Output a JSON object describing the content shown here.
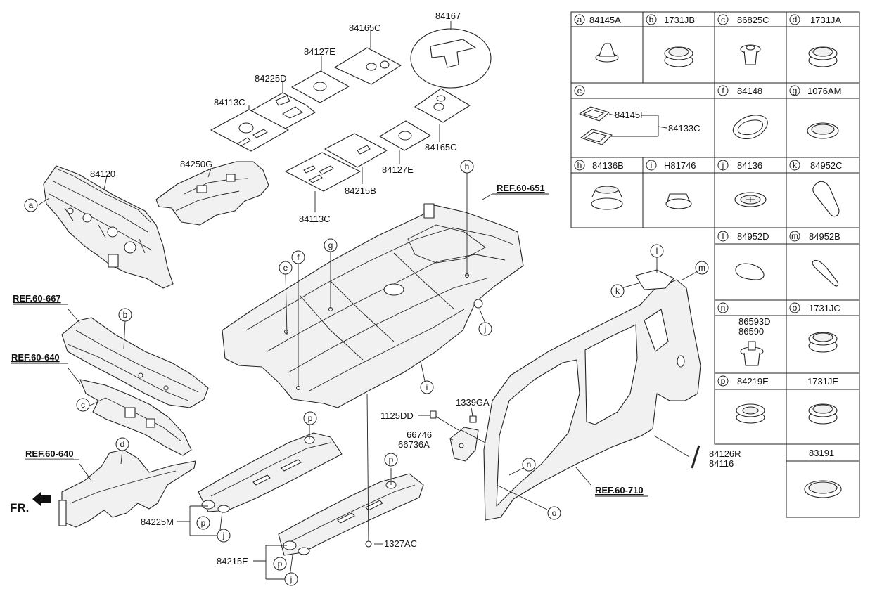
{
  "callouts": {
    "p84167": "84167",
    "p84165c_top": "84165C",
    "p84127e_top": "84127E",
    "p84225d": "84225D",
    "p84113c_top": "84113C",
    "p84165c_right": "84165C",
    "p84127e_bot": "84127E",
    "p84215b": "84215B",
    "p84113c_bot": "84113C",
    "p84250g": "84250G",
    "p84120": "84120",
    "p1125dd": "1125DD",
    "p1339ga": "1339GA",
    "p66746": "66746",
    "p66736a": "66736A",
    "p84225m": "84225M",
    "p84215e": "84215E",
    "p1327ac": "1327AC",
    "p84126r": "84126R",
    "p84116": "84116"
  },
  "references": {
    "ref651": "REF.60-651",
    "ref667": "REF.60-667",
    "ref640a": "REF.60-640",
    "ref640b": "REF.60-640",
    "ref710": "REF.60-710"
  },
  "front_label": "FR.",
  "letters": {
    "a": "a",
    "b": "b",
    "c": "c",
    "d": "d",
    "e": "e",
    "f": "f",
    "g": "g",
    "h": "h",
    "i": "i",
    "j": "j",
    "k": "k",
    "l": "l",
    "m": "m",
    "n": "n",
    "o": "o",
    "p": "p"
  },
  "table": {
    "a": "84145A",
    "b": "1731JB",
    "c": "86825C",
    "d": "1731JA",
    "e_f": "84145F",
    "e_c": "84133C",
    "f": "84148",
    "g": "1076AM",
    "h": "84136B",
    "i": "H81746",
    "j": "84136",
    "k": "84952C",
    "l": "84952D",
    "m": "84952B",
    "n1": "86593D",
    "n2": "86590",
    "o": "1731JC",
    "p": "84219E",
    "p2": "1731JE",
    "last": "83191"
  }
}
